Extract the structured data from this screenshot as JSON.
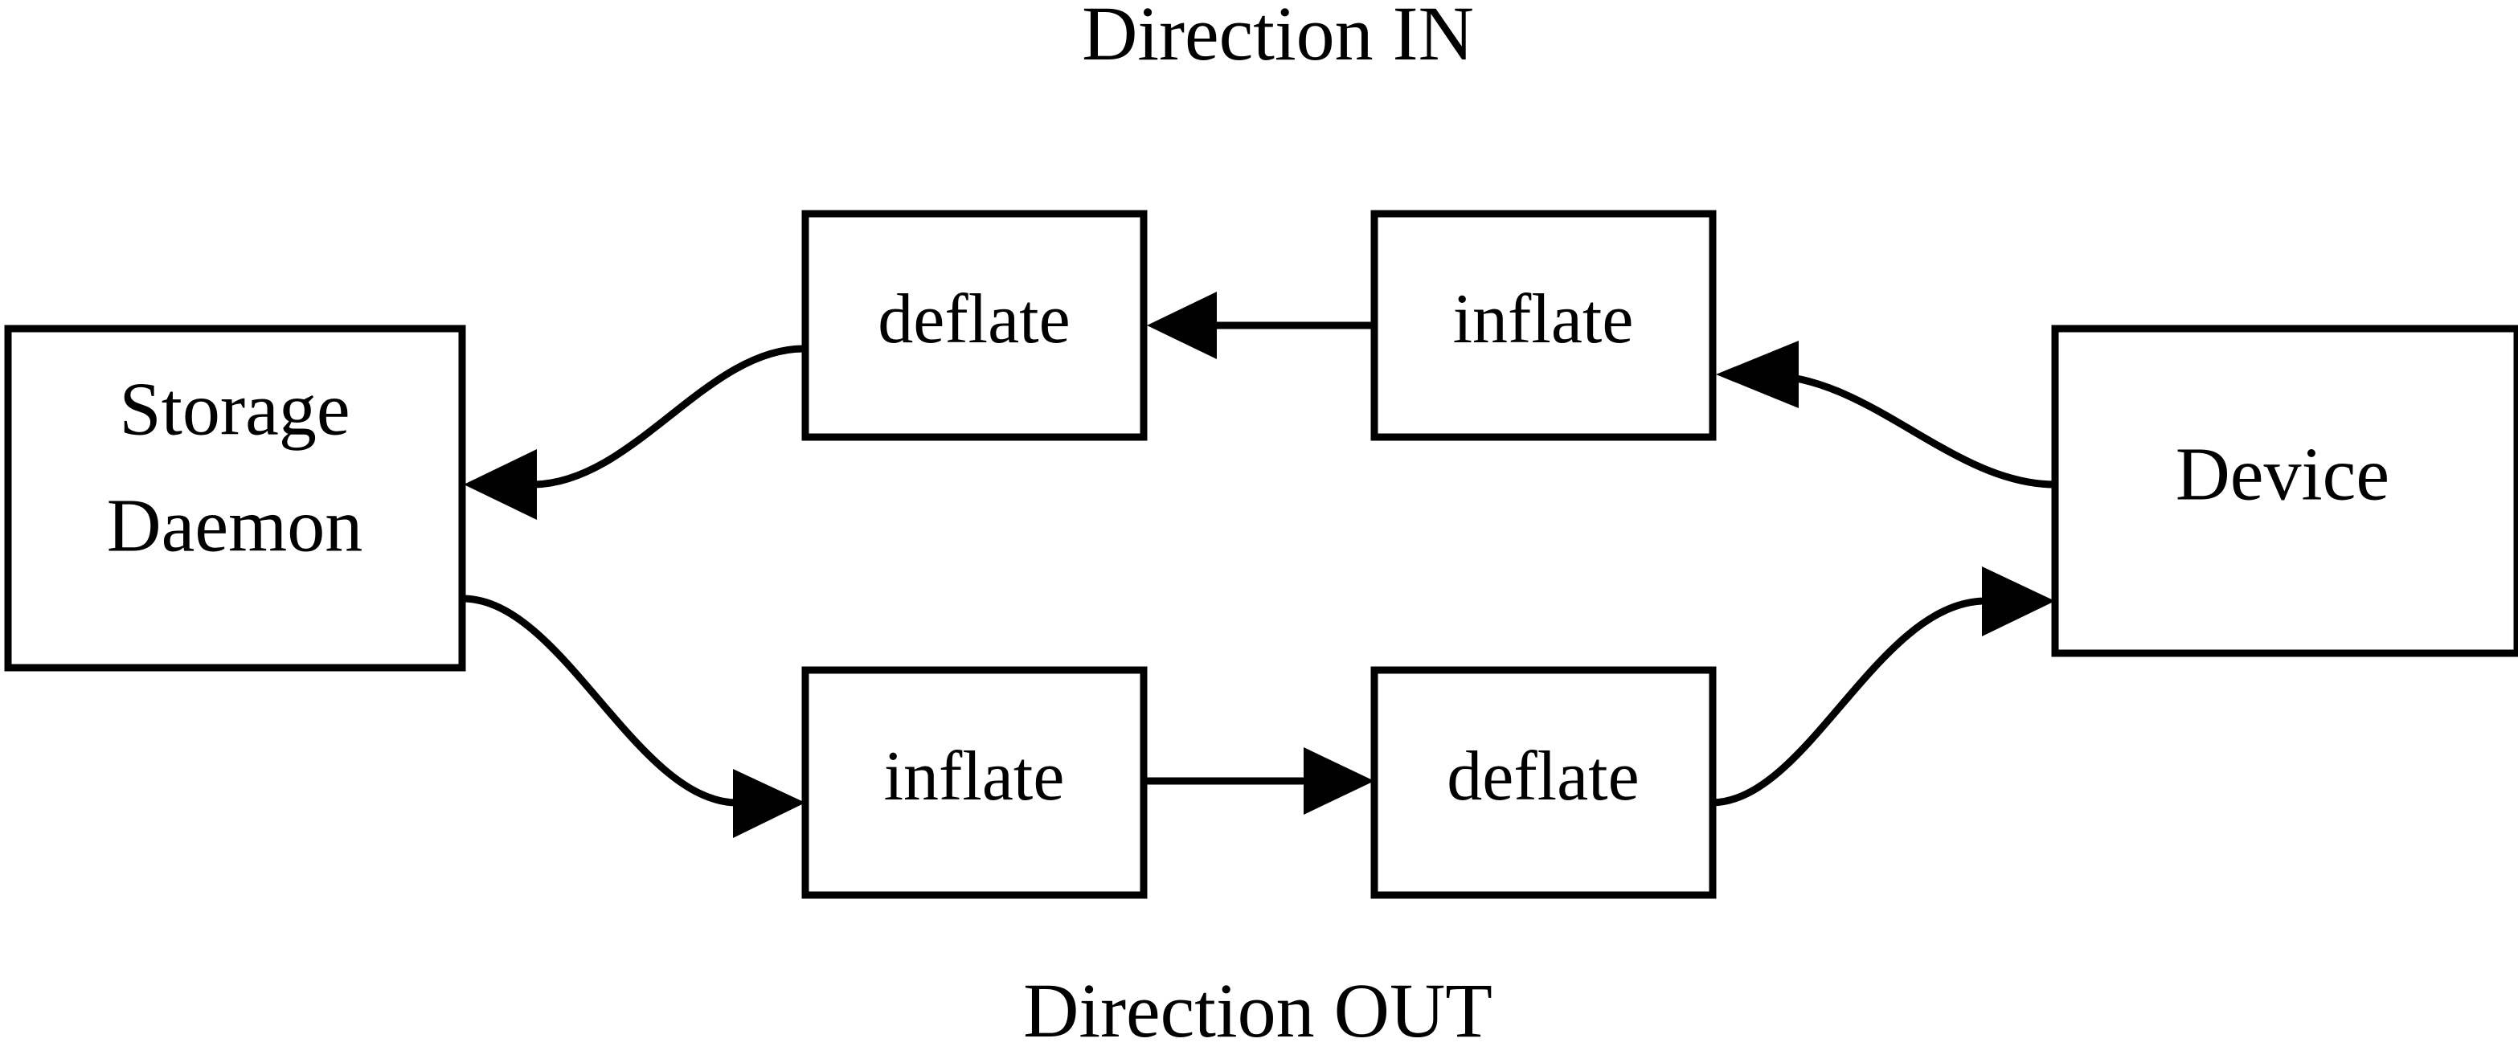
{
  "diagram": {
    "title_top": "Direction IN",
    "title_bottom": "Direction OUT",
    "background_color": "#ffffff",
    "line_color": "#000000",
    "nodes": {
      "storage_daemon_line1": "Storage",
      "storage_daemon_line2": "Daemon",
      "in_deflate": "deflate",
      "in_inflate": "inflate",
      "out_inflate": "inflate",
      "out_deflate": "deflate",
      "device": "Device"
    },
    "flows": [
      {
        "name": "direction-in",
        "caption": "Direction IN",
        "sequence": [
          "Device",
          "inflate",
          "deflate",
          "Storage Daemon"
        ]
      },
      {
        "name": "direction-out",
        "caption": "Direction OUT",
        "sequence": [
          "Storage Daemon",
          "inflate",
          "deflate",
          "Device"
        ]
      }
    ]
  }
}
